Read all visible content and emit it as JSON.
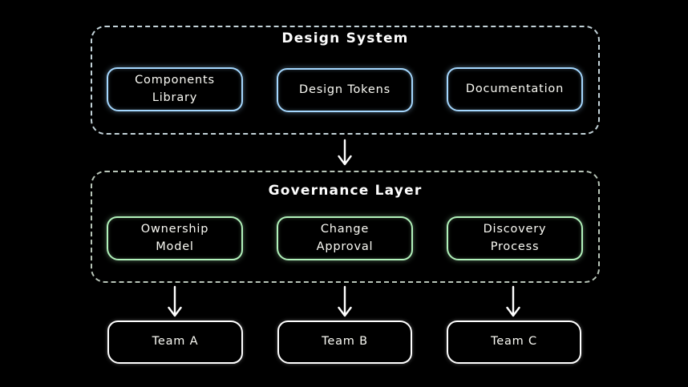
{
  "canvas": {
    "background_color": "#000000",
    "text_color": "#ffffff"
  },
  "design_system": {
    "title": "Design System",
    "container_border_color": "#c3d3d9",
    "box_border_color": "#a5d8ff",
    "boxes": [
      {
        "label": "Components\nLibrary"
      },
      {
        "label": "Design Tokens"
      },
      {
        "label": "Documentation"
      }
    ]
  },
  "governance": {
    "title": "Governance Layer",
    "container_border_color": "#b9c6b9",
    "box_border_color": "#b2f2bb",
    "boxes": [
      {
        "label": "Ownership\nModel"
      },
      {
        "label": "Change\nApproval"
      },
      {
        "label": "Discovery\nProcess"
      }
    ]
  },
  "teams": {
    "box_border_color": "#ffffff",
    "boxes": [
      {
        "label": "Team A"
      },
      {
        "label": "Team B"
      },
      {
        "label": "Team C"
      }
    ]
  },
  "arrows": {
    "color": "#ffffff",
    "count": 4
  }
}
